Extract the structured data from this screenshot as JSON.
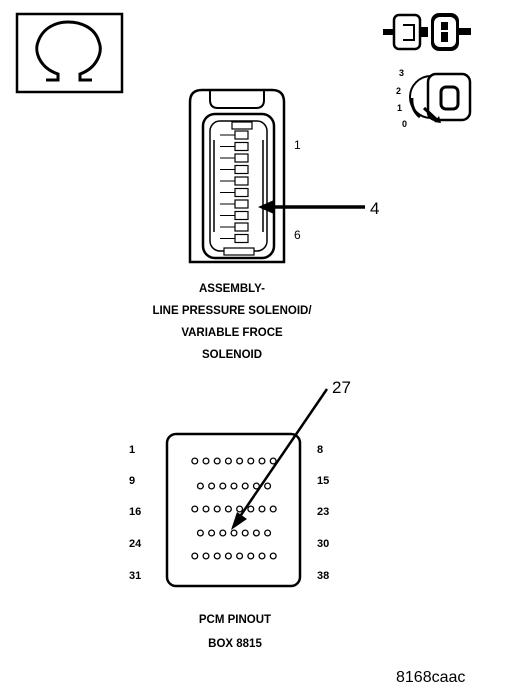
{
  "connector": {
    "pin_first": "1",
    "pin_last": "6",
    "callout": "4",
    "caption": [
      "ASSEMBLY-",
      "LINE PRESSURE SOLENOID/",
      "VARIABLE FROCE",
      "SOLENOID"
    ]
  },
  "key_switch": {
    "positions": [
      "3",
      "2",
      "1",
      "0"
    ]
  },
  "pcm": {
    "callout": "27",
    "left_labels": [
      "1",
      "9",
      "16",
      "24",
      "31"
    ],
    "right_labels": [
      "8",
      "15",
      "23",
      "30",
      "38"
    ],
    "caption": [
      "PCM PINOUT",
      "BOX 8815"
    ],
    "row_pin_counts": [
      8,
      7,
      8,
      7,
      8
    ]
  },
  "figure_id": "8168caac"
}
